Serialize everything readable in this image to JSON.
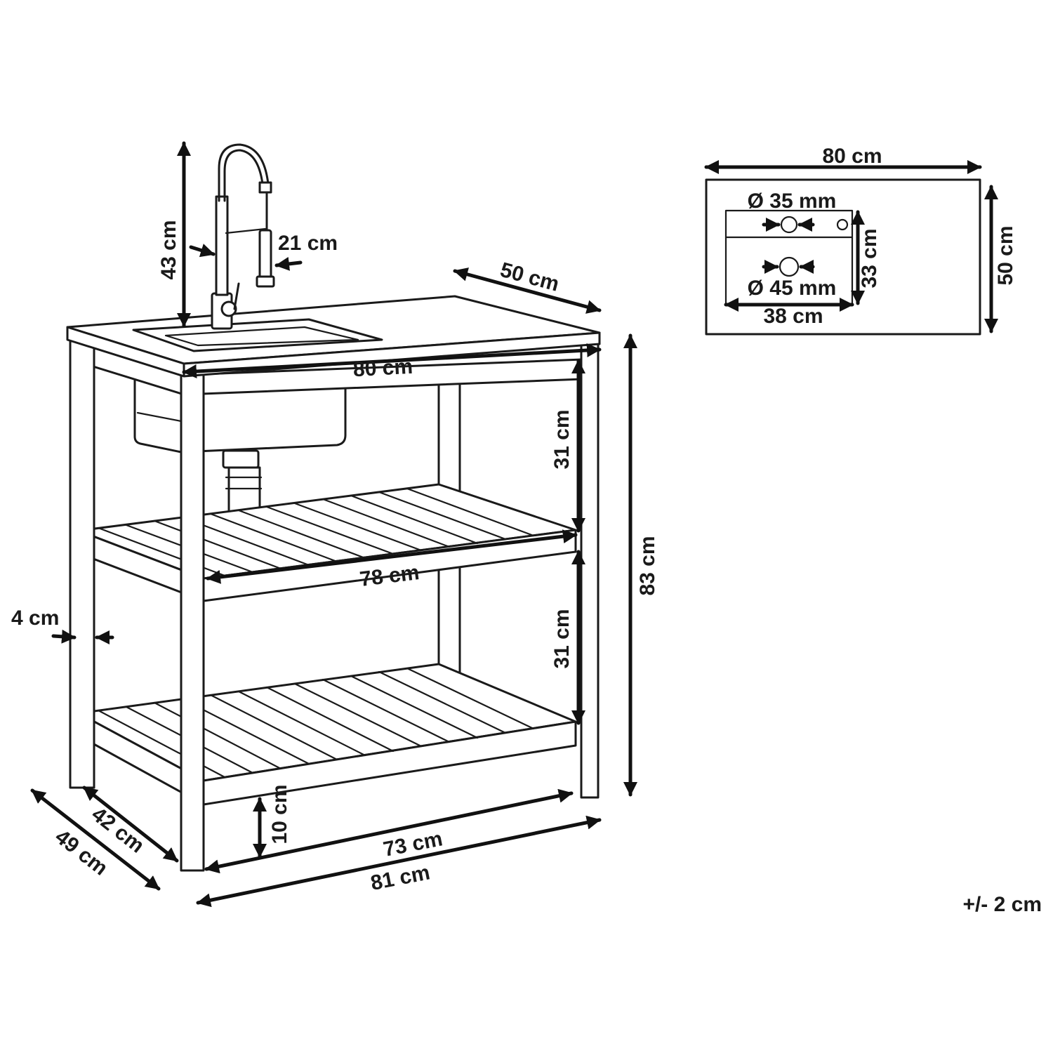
{
  "dimensions": {
    "faucet_height": "43 cm",
    "faucet_offset": "21 cm",
    "top_depth": "50 cm",
    "top_width": "80 cm",
    "upper_gap": "31 cm",
    "shelf_width": "78 cm",
    "lower_gap": "31 cm",
    "total_height": "83 cm",
    "leg_width": "4 cm",
    "inner_depth": "42 cm",
    "outer_depth": "49 cm",
    "floor_clearance": "10 cm",
    "inner_width": "73 cm",
    "outer_width": "81 cm"
  },
  "top_view": {
    "width": "80 cm",
    "depth": "50 cm",
    "tap_hole": "Ø 35 mm",
    "drain_hole": "Ø 45 mm",
    "sink_depth": "33 cm",
    "sink_width": "38 cm"
  },
  "tolerance": "+/- 2 cm"
}
